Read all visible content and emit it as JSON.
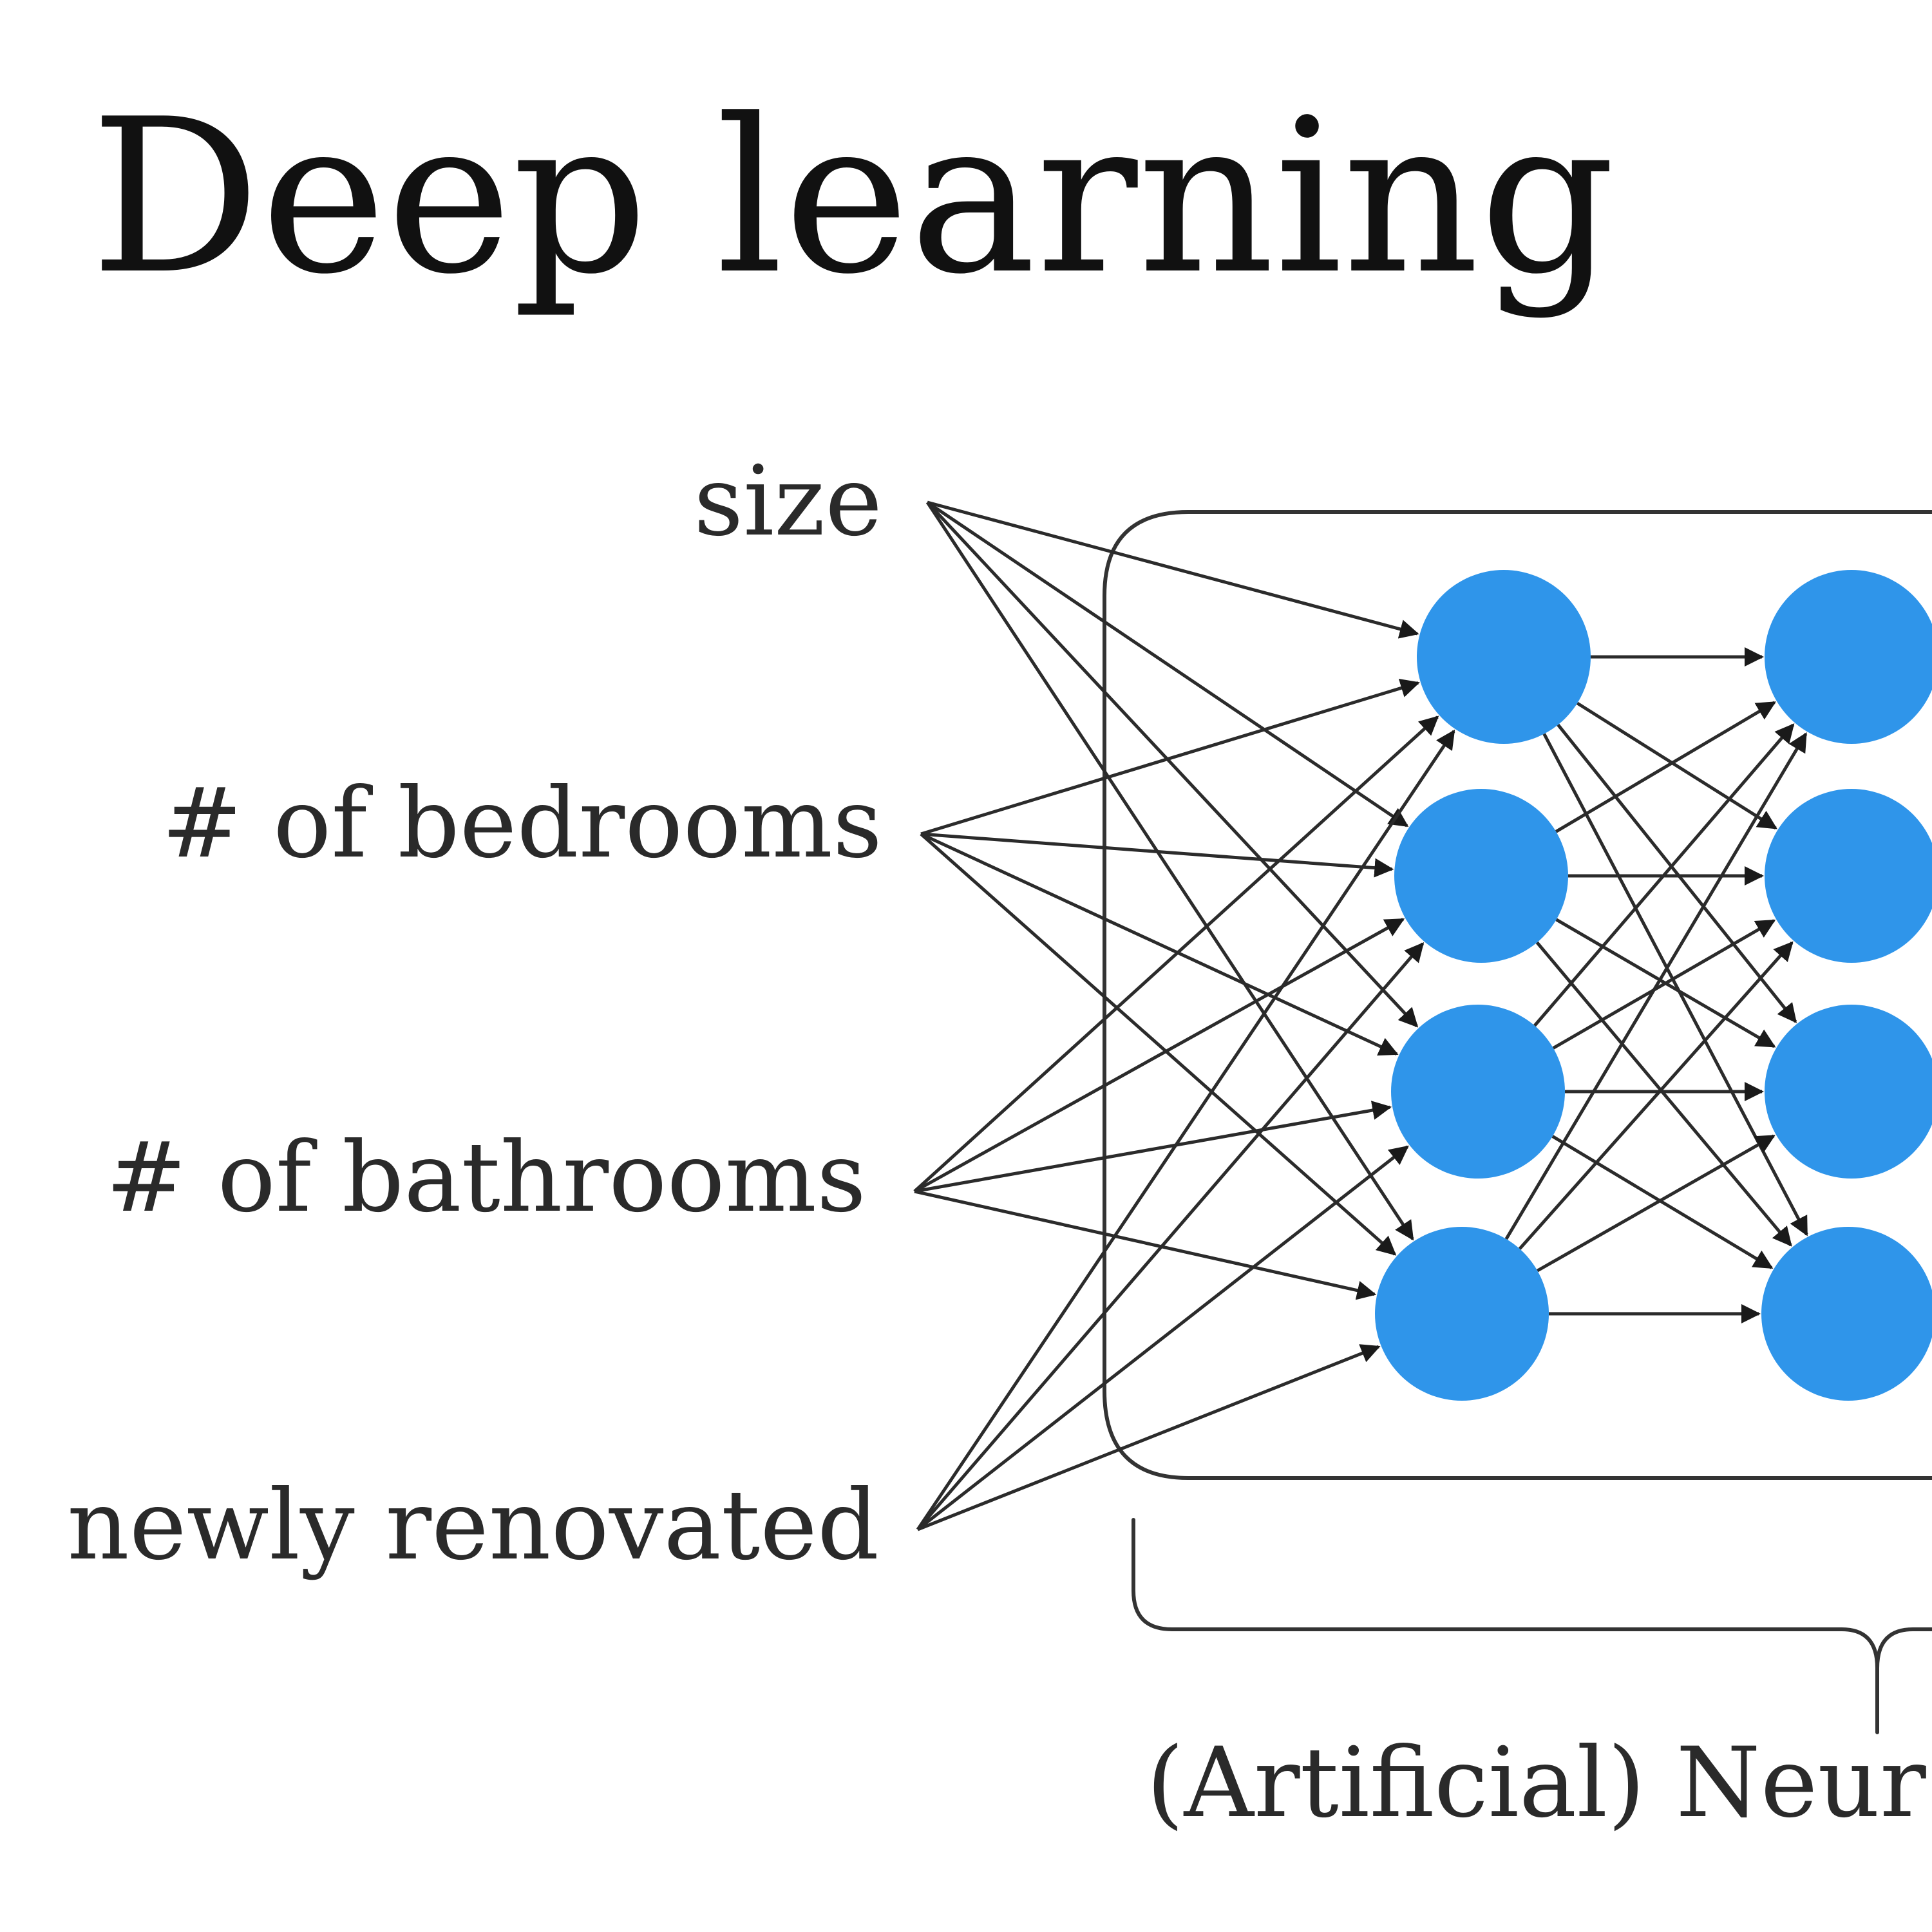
{
  "title": "Deep learning",
  "inputs": [
    {
      "label": "size"
    },
    {
      "label": "# of bedrooms"
    },
    {
      "label": "# of bathrooms"
    },
    {
      "label": "newly renovated"
    }
  ],
  "hidden_layers": [
    {
      "nodes": 4
    },
    {
      "nodes": 4
    }
  ],
  "caption": "(Artificial) Neur",
  "colors": {
    "node": "#2f95ea",
    "edge": "#2b2b2b",
    "text": "#1a1a1a",
    "background": "#ffffff"
  }
}
